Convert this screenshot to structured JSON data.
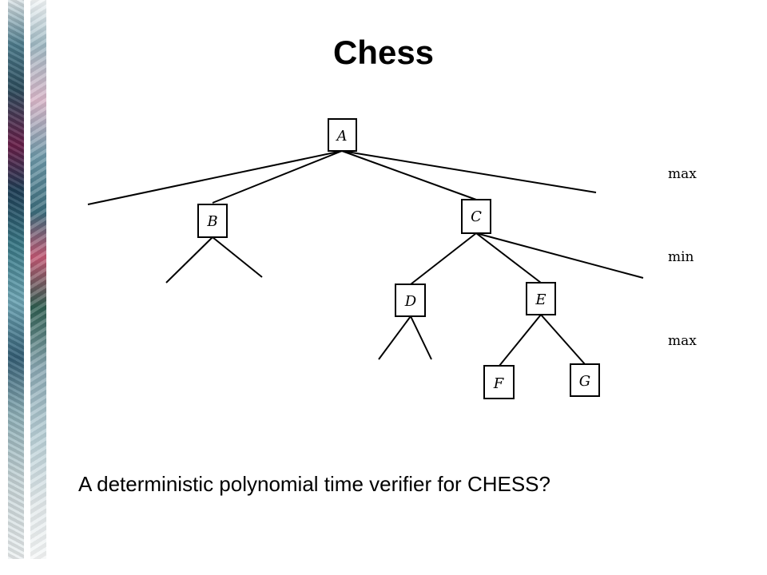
{
  "slide": {
    "title": "Chess",
    "caption": "A deterministic polynomial time verifier for CHESS?"
  },
  "tree": {
    "nodes": {
      "A": "A",
      "B": "B",
      "C": "C",
      "D": "D",
      "E": "E",
      "F": "F",
      "G": "G"
    },
    "levels": [
      "max",
      "min",
      "max"
    ]
  },
  "colors": {
    "ink": "#000000",
    "background": "#ffffff"
  }
}
